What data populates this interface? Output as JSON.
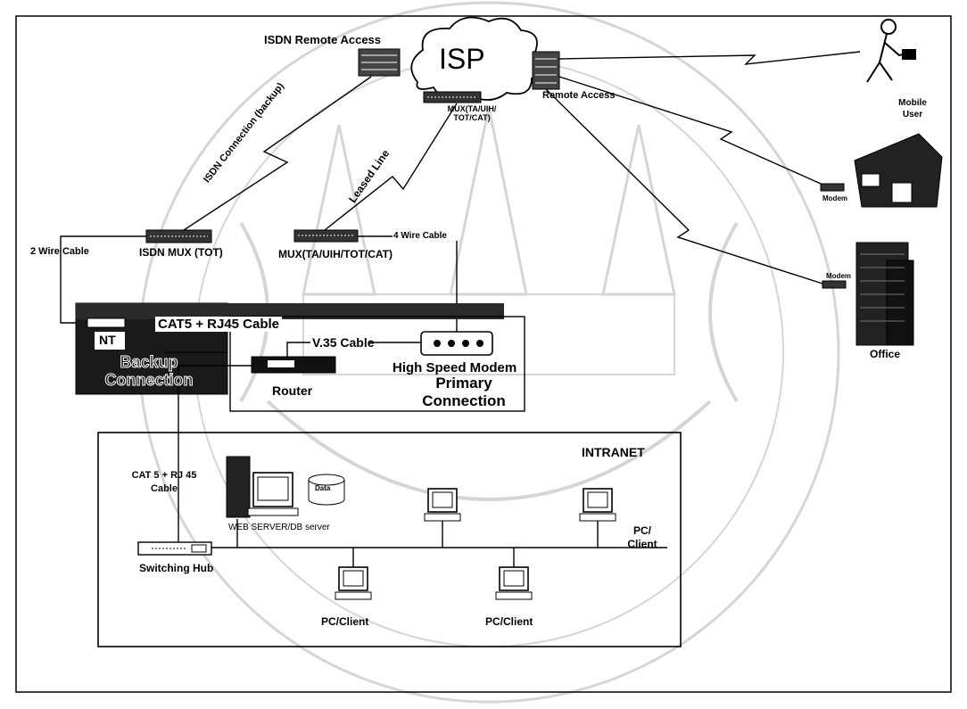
{
  "labels": {
    "isdn_remote_access": "ISDN Remote Access",
    "isp": "ISP",
    "mux_top_l1": "MUX(TA/UIH/",
    "mux_top_l2": "TOT/CAT)",
    "remote_access": "Remote Access",
    "mobile_user_l1": "Mobile",
    "mobile_user_l2": "User",
    "modem_home": "Modem",
    "modem_office": "Modem",
    "office": "Office",
    "isdn_connection": "ISDN Connection (backup)",
    "leased_line": "Leased Line",
    "two_wire": "2 Wire Cable",
    "isdn_mux": "ISDN MUX (TOT)",
    "mux_mid": "MUX(TA/UIH/TOT/CAT)",
    "four_wire": "4 Wire Cable",
    "cat5_rj45": "CAT5 + RJ45 Cable",
    "nt": "NT",
    "backup_l1": "Backup",
    "backup_l2": "Connection",
    "v35": "V.35 Cable",
    "router": "Router",
    "hs_modem": "High Speed Modem",
    "primary_l1": "Primary",
    "primary_l2": "Connection",
    "intranet": "INTRANET",
    "cat5_intranet_l1": "CAT 5 + RJ 45",
    "cat5_intranet_l2": "Cable",
    "data": "Data",
    "web_server": "WEB SERVER/DB server",
    "pc_client_right_l1": "PC/",
    "pc_client_right_l2": "Client",
    "switching_hub": "Switching Hub",
    "pc_client_1": "PC/Client",
    "pc_client_2": "PC/Client"
  }
}
